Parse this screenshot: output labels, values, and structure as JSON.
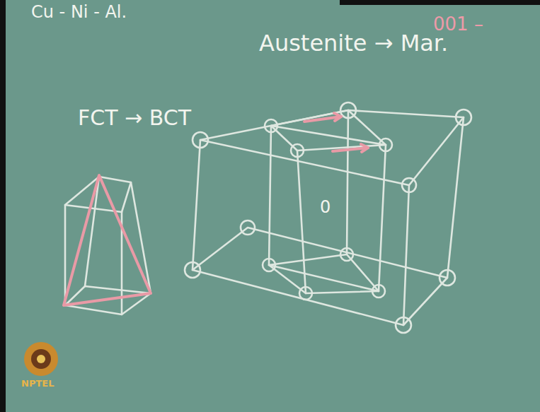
{
  "diagram": {
    "labels": [
      "Cu - Ni - Al.",
      "Austenite → Mar.",
      "001 –",
      "FCT → BCT",
      "0",
      "NPTEL"
    ]
  }
}
